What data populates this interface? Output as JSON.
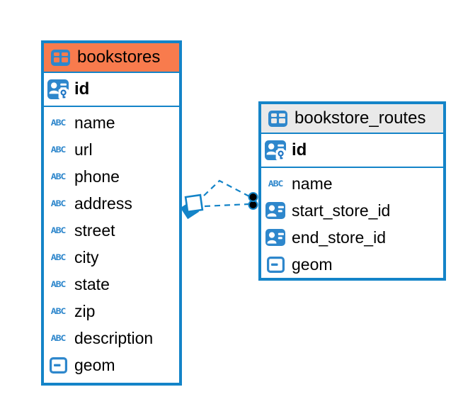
{
  "colors": {
    "blue": "#1484c8",
    "icon_blue": "#2e87cc",
    "key_blue": "#1d74c4",
    "text": "#000000",
    "background": "#ffffff"
  },
  "icons": {
    "text_label": "ABC"
  },
  "tables": [
    {
      "name": "bookstores",
      "header_color": "#f87b4d",
      "key_fields": [
        {
          "name": "id",
          "icon": "primary-key-icon"
        }
      ],
      "fields": [
        {
          "name": "name",
          "icon": "text-icon"
        },
        {
          "name": "url",
          "icon": "text-icon"
        },
        {
          "name": "phone",
          "icon": "text-icon"
        },
        {
          "name": "address",
          "icon": "text-icon"
        },
        {
          "name": "street",
          "icon": "text-icon"
        },
        {
          "name": "city",
          "icon": "text-icon"
        },
        {
          "name": "state",
          "icon": "text-icon"
        },
        {
          "name": "zip",
          "icon": "text-icon"
        },
        {
          "name": "description",
          "icon": "text-icon"
        },
        {
          "name": "geom",
          "icon": "geometry-icon"
        }
      ]
    },
    {
      "name": "bookstore_routes",
      "header_color": "#e9e9e9",
      "key_fields": [
        {
          "name": "id",
          "icon": "primary-key-icon"
        }
      ],
      "fields": [
        {
          "name": "name",
          "icon": "text-icon"
        },
        {
          "name": "start_store_id",
          "icon": "reference-icon"
        },
        {
          "name": "end_store_id",
          "icon": "reference-icon"
        },
        {
          "name": "geom",
          "icon": "geometry-icon"
        }
      ]
    }
  ],
  "relationships": [
    {
      "from_table": "bookstores",
      "to_table": "bookstore_routes",
      "line_style": "dashed"
    },
    {
      "from_table": "bookstores",
      "to_table": "bookstore_routes",
      "line_style": "dashed"
    }
  ]
}
